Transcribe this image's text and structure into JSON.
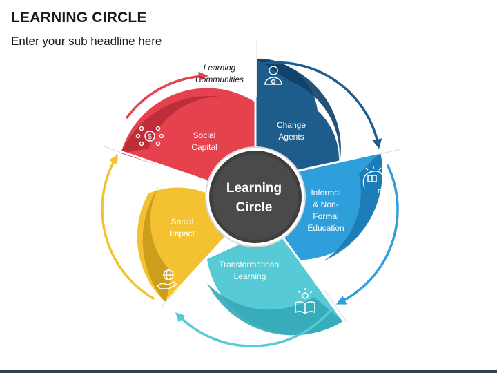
{
  "header": {
    "title": "LEARNING CIRCLE",
    "subtitle": "Enter your sub headline here"
  },
  "center": {
    "line1": "Learning",
    "line2": "Circle"
  },
  "segments": [
    {
      "id": "change-agents",
      "lines": [
        "Change",
        "Agents"
      ],
      "icon": "person-icon",
      "color": "#1E5C8C",
      "dark": "#0E3F68"
    },
    {
      "id": "informal-education",
      "lines": [
        "Informal",
        "& Non-",
        "Formal",
        "Education"
      ],
      "icon": "head-book-icon",
      "color": "#2F9FDB",
      "dark": "#1C79B5"
    },
    {
      "id": "transformational-learning",
      "lines": [
        "Transformational",
        "Learning"
      ],
      "icon": "book-bulb-icon",
      "color": "#56CBD6",
      "dark": "#34A8B8"
    },
    {
      "id": "social-impact",
      "lines": [
        "Social",
        "Impact"
      ],
      "icon": "globe-hand-icon",
      "color": "#F4C230",
      "dark": "#C79A1B"
    },
    {
      "id": "social-capital",
      "lines": [
        "Social",
        "Capital"
      ],
      "icon": "money-network-icon",
      "color": "#E5424E",
      "dark": "#B82C39"
    }
  ],
  "external_label": {
    "lines": [
      "Learning",
      "Communities"
    ]
  },
  "footer_color": "#2E4157"
}
